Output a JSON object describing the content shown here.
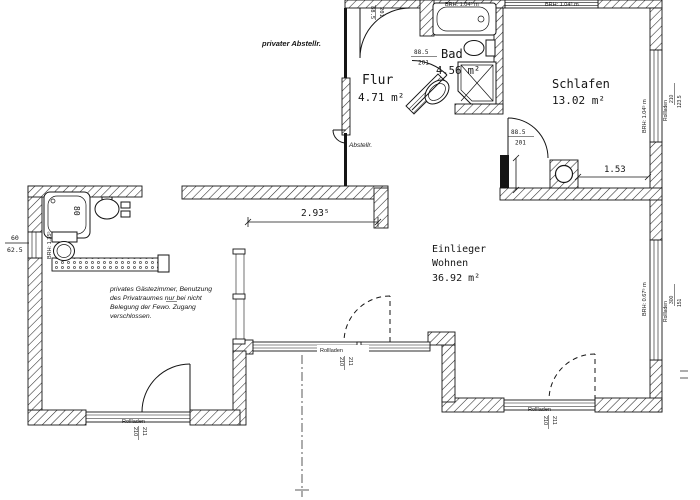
{
  "rooms": {
    "flur": {
      "name": "Flur",
      "area": "4.71 m²"
    },
    "bad": {
      "name": "Bad",
      "area": "4.56 m²"
    },
    "schlafen": {
      "name": "Schlafen",
      "area": "13.02 m²"
    },
    "wohnen": {
      "name_line1": "Einlieger",
      "name_line2": "Wohnen",
      "area": "36.92 m²"
    }
  },
  "labels": {
    "private_storage": "privater Abstellr.",
    "storage_door": "Abstellr.",
    "rollladen": "Rollladen"
  },
  "note": {
    "line1": "privates Gästezimmer, Benutzung",
    "line2": "des Privatraumes nur bei nicht",
    "line3": "Belegung der Fewo. Zugang",
    "line4": "verschlossen."
  },
  "door_size": {
    "w": "88.5",
    "h": "201"
  },
  "windows": {
    "bad_top_brh": "BRH: 1.04⁵ m",
    "schlafen_top_brh": "BRH: 1.04⁵ m",
    "schlafen_right_brh": "BRH: 1.04⁵ m",
    "schlafen_right": {
      "w": "210",
      "h": "123.5"
    },
    "wohnen_right_brh": "BRH: 0.67⁵ m",
    "wohnen_right": {
      "w": "300",
      "h": "151"
    },
    "bottom": {
      "w": "210",
      "h": "211"
    },
    "guest_left_brh": "BRH: 1.35⁵",
    "guest_left": {
      "w": "60",
      "h": "62.5"
    }
  },
  "dimensions": {
    "wohnen_opening": "2.93⁵",
    "chimney_offset": "1.53",
    "wall_stub": "67⁵",
    "shower_size": "80"
  }
}
